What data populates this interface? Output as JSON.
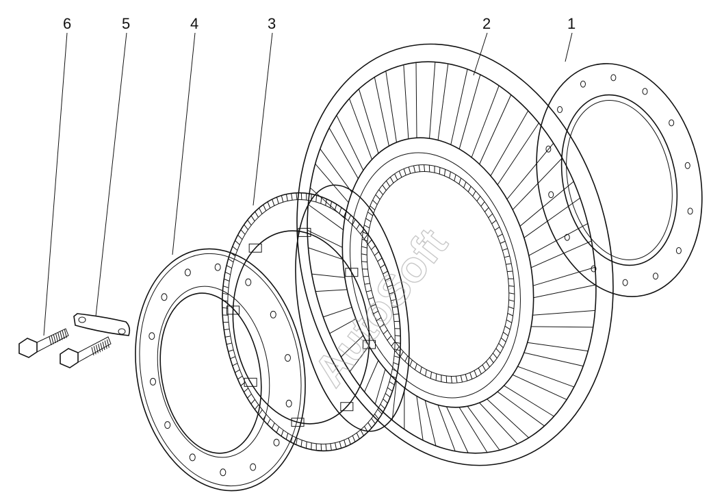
{
  "callouts": [
    {
      "id": "6",
      "label": "6"
    },
    {
      "id": "5",
      "label": "5"
    },
    {
      "id": "4",
      "label": "4"
    },
    {
      "id": "3",
      "label": "3"
    },
    {
      "id": "2",
      "label": "2"
    },
    {
      "id": "1",
      "label": "1"
    }
  ],
  "watermark": "AutoSoft"
}
